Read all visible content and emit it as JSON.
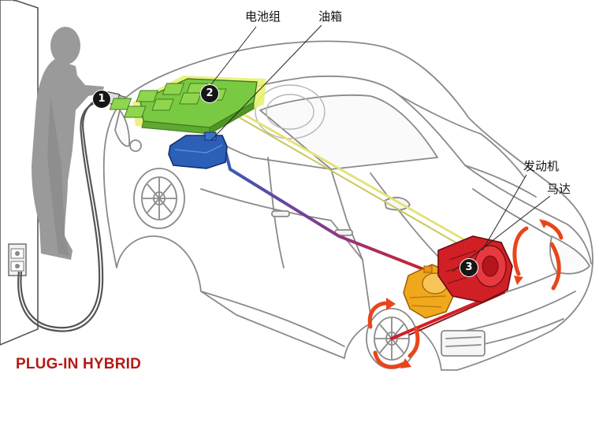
{
  "diagram": {
    "title": "PLUG-IN HYBRID",
    "labels": {
      "battery_pack": "电池组",
      "fuel_tank": "油箱",
      "engine": "发动机",
      "motor": "马达"
    },
    "callouts": [
      "1",
      "2",
      "3"
    ]
  },
  "colors": {
    "battery": "#7ac943",
    "fuel_tank": "#2c5fb8",
    "engine": "#d11f26",
    "motor": "#f0a81c",
    "arrows": "#e8451c",
    "title": "#b31a16",
    "outline": "#8a8a8a",
    "figure": "#9a9a9a"
  },
  "icons": [
    "person-silhouette",
    "wall-outlet",
    "charging-cable",
    "charge-plug",
    "battery-pack",
    "fuel-tank",
    "engine",
    "electric-motor",
    "rotation-arrow"
  ]
}
